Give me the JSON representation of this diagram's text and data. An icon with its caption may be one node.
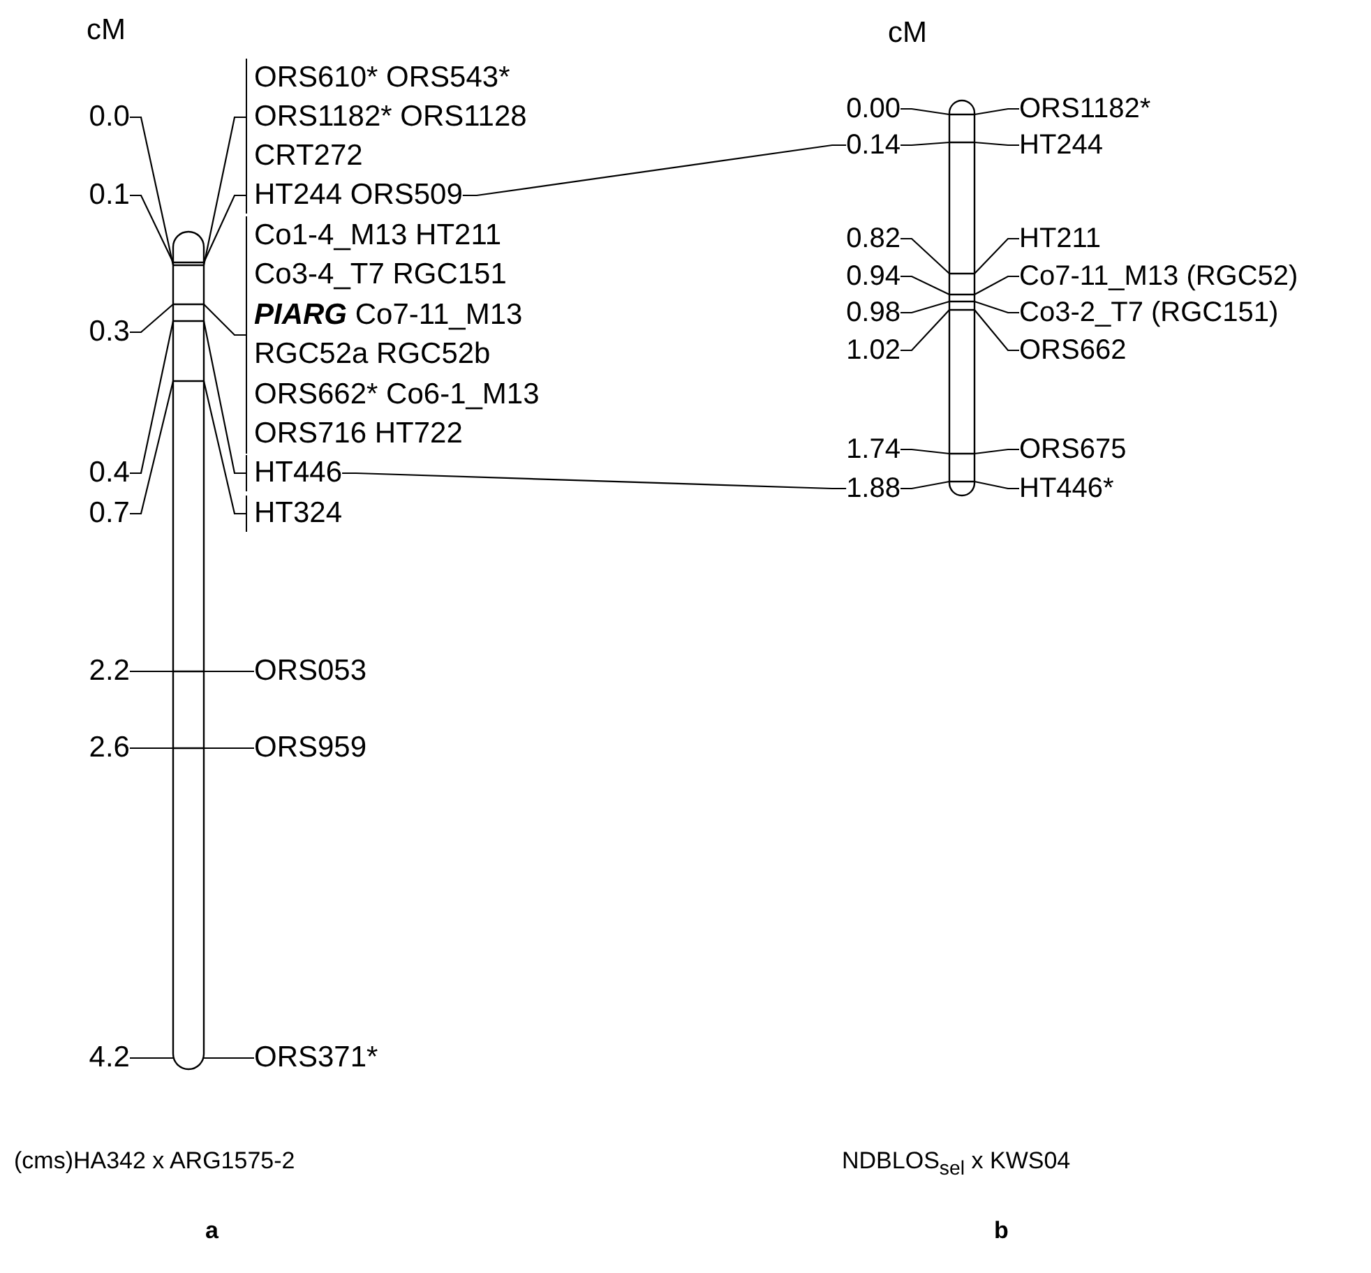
{
  "diagram": {
    "nodes": [
      {
        "text": [],
        "shape": "bar"
      },
      {
        "text": [
          "0.0"
        ]
      },
      {
        "text": [
          "0.1"
        ]
      },
      {
        "text": [
          "0.3"
        ]
      },
      {
        "text": [
          "0.4"
        ]
      },
      {
        "text": [
          "0.7"
        ]
      },
      {
        "text": [
          "2.2"
        ]
      },
      {
        "text": [
          "2.6"
        ]
      },
      {
        "text": [
          "4.2"
        ]
      },
      {
        "text": [
          "ORS610* ORS543*",
          "ORS1182* ORS1128",
          "CRT272"
        ]
      },
      {
        "text": [
          "HT244 ORS509"
        ]
      },
      {
        "text": [
          "Co1-4_M13 HT211",
          "Co3-4_T7 RGC151",
          "**PIARG** Co7-11_M13",
          "RGC52a RGC52b",
          "ORS662* Co6-1_M13",
          "ORS716 HT722"
        ]
      },
      {
        "text": [
          "HT446"
        ]
      },
      {
        "text": [
          "HT324"
        ]
      },
      {
        "text": [
          "ORS053"
        ]
      },
      {
        "text": [
          "ORS959"
        ]
      },
      {
        "text": [
          "ORS371*"
        ]
      },
      {
        "text": [],
        "shape": "bar"
      },
      {
        "text": [
          "0.00"
        ]
      },
      {
        "text": [
          "0.14"
        ]
      },
      {
        "text": [
          "0.82"
        ]
      },
      {
        "text": [
          "0.94"
        ]
      },
      {
        "text": [
          "0.98"
        ]
      },
      {
        "text": [
          "1.02"
        ]
      },
      {
        "text": [
          "1.74"
        ]
      },
      {
        "text": [
          "1.88"
        ]
      },
      {
        "text": [
          "ORS1182*"
        ]
      },
      {
        "text": [
          "HT244"
        ]
      },
      {
        "text": [
          "HT211"
        ]
      },
      {
        "text": [
          "Co7-11_M13 (RGC52)"
        ]
      },
      {
        "text": [
          "Co3-2_T7 (RGC151)"
        ]
      },
      {
        "text": [
          "ORS662"
        ]
      },
      {
        "text": [
          "ORS675"
        ]
      },
      {
        "text": [
          "HT446*"
        ]
      }
    ],
    "edges": [
      {
        "from": 1,
        "to": 0,
        "arrow": "none"
      },
      {
        "from": 2,
        "to": 0,
        "arrow": "none"
      },
      {
        "from": 3,
        "to": 0,
        "arrow": "none"
      },
      {
        "from": 4,
        "to": 0,
        "arrow": "none"
      },
      {
        "from": 5,
        "to": 0,
        "arrow": "none"
      },
      {
        "from": 6,
        "to": 0,
        "arrow": "none"
      },
      {
        "from": 7,
        "to": 0,
        "arrow": "none"
      },
      {
        "from": 8,
        "to": 0,
        "arrow": "none"
      },
      {
        "from": 9,
        "to": 0,
        "arrow": "none"
      },
      {
        "from": 10,
        "to": 0,
        "arrow": "none"
      },
      {
        "from": 11,
        "to": 0,
        "arrow": "none"
      },
      {
        "from": 12,
        "to": 0,
        "arrow": "none"
      },
      {
        "from": 13,
        "to": 0,
        "arrow": "none"
      },
      {
        "from": 14,
        "to": 0,
        "arrow": "none"
      },
      {
        "from": 15,
        "to": 0,
        "arrow": "none"
      },
      {
        "from": 16,
        "to": 0,
        "arrow": "none"
      },
      {
        "from": 18,
        "to": 17,
        "arrow": "none"
      },
      {
        "from": 19,
        "to": 17,
        "arrow": "none"
      },
      {
        "from": 20,
        "to": 17,
        "arrow": "none"
      },
      {
        "from": 21,
        "to": 17,
        "arrow": "none"
      },
      {
        "from": 22,
        "to": 17,
        "arrow": "none"
      },
      {
        "from": 23,
        "to": 17,
        "arrow": "none"
      },
      {
        "from": 24,
        "to": 17,
        "arrow": "none"
      },
      {
        "from": 25,
        "to": 17,
        "arrow": "none"
      },
      {
        "from": 26,
        "to": 17,
        "arrow": "none"
      },
      {
        "from": 27,
        "to": 17,
        "arrow": "none"
      },
      {
        "from": 28,
        "to": 17,
        "arrow": "none"
      },
      {
        "from": 29,
        "to": 17,
        "arrow": "none"
      },
      {
        "from": 30,
        "to": 17,
        "arrow": "none"
      },
      {
        "from": 31,
        "to": 17,
        "arrow": "none"
      },
      {
        "from": 32,
        "to": 17,
        "arrow": "none"
      },
      {
        "from": 33,
        "to": 17,
        "arrow": "none"
      },
      {
        "from": 10,
        "to": 19,
        "arrow": "none"
      },
      {
        "from": 12,
        "to": 25,
        "arrow": "none"
      }
    ],
    "labels": [
      "cM",
      "cM",
      "(cms)HA342 x ARG1575-2",
      "NDBLOS$_{sel}$ x KWS04",
      "a",
      "b"
    ]
  }
}
